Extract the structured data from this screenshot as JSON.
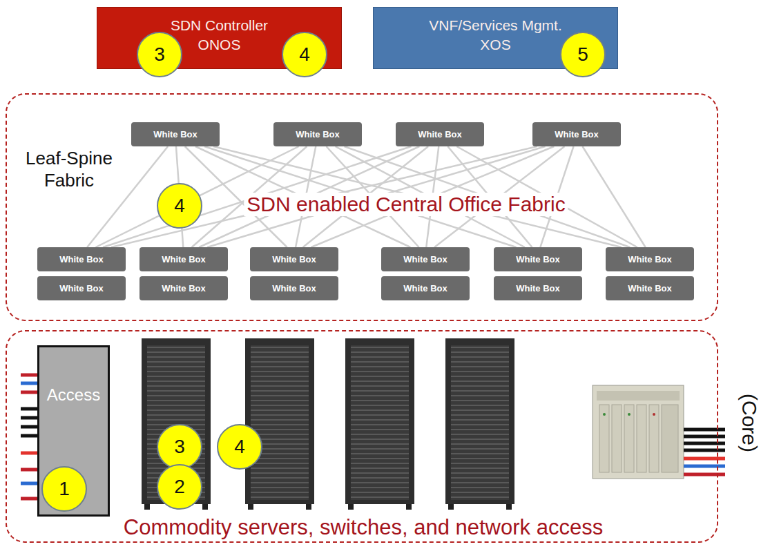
{
  "diagram": {
    "nodes": [
      {
        "text": [
          "SDN Controller ONOS"
        ]
      },
      {
        "text": [
          "3"
        ],
        "in": 0
      },
      {
        "text": [
          "4"
        ],
        "in": 0
      },
      {
        "text": [
          "VNF/Services Mgmt. XOS"
        ]
      },
      {
        "text": [
          "5"
        ],
        "in": 3
      },
      {
        "text": [
          "Leaf-Spine Fabric",
          "SDN enabled Central Office Fabric"
        ]
      },
      {
        "text": [
          "4"
        ],
        "in": 5
      },
      {
        "text": [
          "White Box"
        ],
        "in": 5
      },
      {
        "text": [
          "White Box"
        ],
        "in": 5
      },
      {
        "text": [
          "White Box"
        ],
        "in": 5
      },
      {
        "text": [
          "White Box"
        ],
        "in": 5
      },
      {
        "text": [
          "White Box"
        ],
        "in": 5
      },
      {
        "text": [
          "White Box"
        ],
        "in": 5
      },
      {
        "text": [
          "White Box"
        ],
        "in": 5
      },
      {
        "text": [
          "White Box"
        ],
        "in": 5
      },
      {
        "text": [
          "White Box"
        ],
        "in": 5
      },
      {
        "text": [
          "White Box"
        ],
        "in": 5
      },
      {
        "text": [
          "White Box"
        ],
        "in": 5
      },
      {
        "text": [
          "White Box"
        ],
        "in": 5
      },
      {
        "text": [
          "White Box"
        ],
        "in": 5
      },
      {
        "text": [
          "White Box"
        ],
        "in": 5
      },
      {
        "text": [
          "White Box"
        ],
        "in": 5
      },
      {
        "text": [
          "White Box"
        ],
        "in": 5
      },
      {
        "text": [
          "Commodity servers, switches, and network access"
        ]
      },
      {
        "text": [
          "Access"
        ],
        "in": 23
      },
      {
        "text": [
          "1"
        ],
        "in": 24
      },
      {
        "text": [
          "3"
        ],
        "in": 23
      },
      {
        "text": [
          "4"
        ],
        "in": 23
      },
      {
        "text": [
          "2"
        ],
        "in": 23
      }
    ],
    "edges": [
      {
        "from": 7,
        "to": 11,
        "arrow": "none"
      },
      {
        "from": 7,
        "to": 12,
        "arrow": "none"
      },
      {
        "from": 7,
        "to": 13,
        "arrow": "none"
      },
      {
        "from": 7,
        "to": 14,
        "arrow": "none"
      },
      {
        "from": 7,
        "to": 15,
        "arrow": "none"
      },
      {
        "from": 7,
        "to": 16,
        "arrow": "none"
      },
      {
        "from": 8,
        "to": 11,
        "arrow": "none"
      },
      {
        "from": 8,
        "to": 12,
        "arrow": "none"
      },
      {
        "from": 8,
        "to": 13,
        "arrow": "none"
      },
      {
        "from": 8,
        "to": 14,
        "arrow": "none"
      },
      {
        "from": 8,
        "to": 15,
        "arrow": "none"
      },
      {
        "from": 8,
        "to": 16,
        "arrow": "none"
      },
      {
        "from": 9,
        "to": 11,
        "arrow": "none"
      },
      {
        "from": 9,
        "to": 12,
        "arrow": "none"
      },
      {
        "from": 9,
        "to": 13,
        "arrow": "none"
      },
      {
        "from": 9,
        "to": 14,
        "arrow": "none"
      },
      {
        "from": 9,
        "to": 15,
        "arrow": "none"
      },
      {
        "from": 9,
        "to": 16,
        "arrow": "none"
      },
      {
        "from": 10,
        "to": 11,
        "arrow": "none"
      },
      {
        "from": 10,
        "to": 12,
        "arrow": "none"
      },
      {
        "from": 10,
        "to": 13,
        "arrow": "none"
      },
      {
        "from": 10,
        "to": 14,
        "arrow": "none"
      },
      {
        "from": 10,
        "to": 15,
        "arrow": "none"
      },
      {
        "from": 10,
        "to": 16,
        "arrow": "none"
      }
    ],
    "labels": [
      "(Core)"
    ]
  }
}
